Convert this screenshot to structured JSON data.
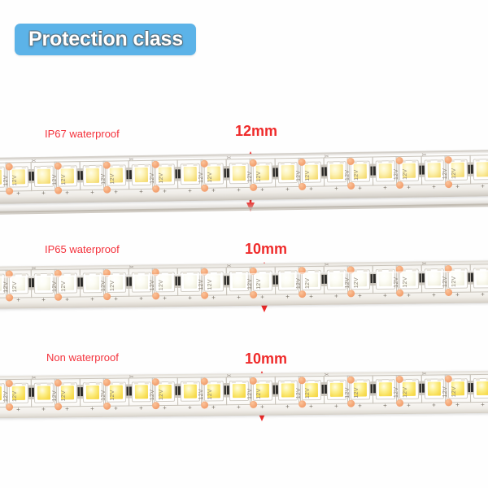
{
  "header": {
    "badge_label": "Protection class",
    "badge_color": "#5cb3e8",
    "badge_text_color": "#ffffff"
  },
  "annotation_color": "#f4323c",
  "dimension_color": "#ef2b2b",
  "rows": [
    {
      "id": "ip67",
      "protection_label": "IP67 waterproof",
      "width_label": "12mm",
      "silkscreen_voltage": "12V",
      "polarity_mark": "+",
      "led_tone": "warm-white",
      "finish": "silicone-sleeve"
    },
    {
      "id": "ip65",
      "protection_label": "IP65 waterproof",
      "width_label": "10mm",
      "silkscreen_voltage": "12V",
      "polarity_mark": "+",
      "led_tone": "cool-white",
      "finish": "epoxy-coating"
    },
    {
      "id": "non",
      "protection_label": "Non waterproof",
      "width_label": "10mm",
      "silkscreen_voltage": "12V",
      "polarity_mark": "+",
      "led_tone": "warm-white-bright",
      "finish": "bare-pcb"
    }
  ]
}
